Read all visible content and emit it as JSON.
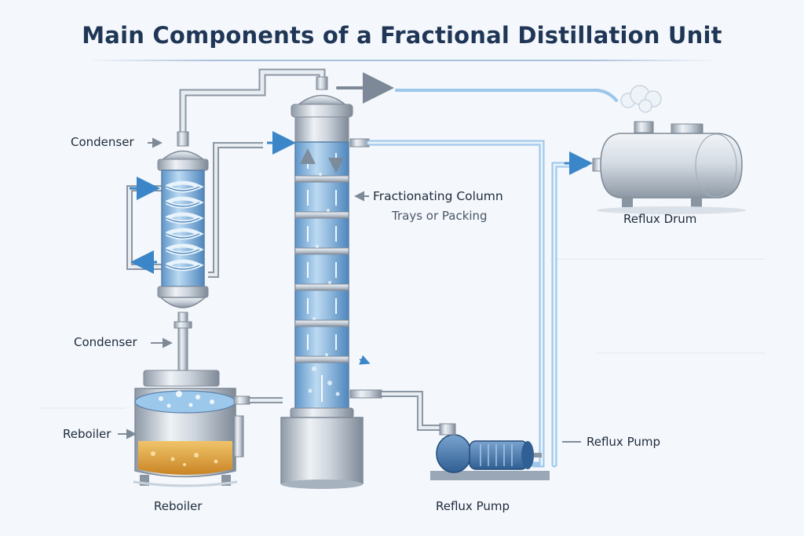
{
  "title": "Main Components of a Fractional Distillation Unit",
  "labels": {
    "condenser_top": "Condenser",
    "condenser_bottom": "Condenser",
    "reboiler_side": "Reboiler",
    "reboiler_bottom": "Reboiler",
    "fractionating_column": "Fractionating Column",
    "trays": "Trays or Packing",
    "reflux_drum": "Reflux Drum",
    "reflux_pump_side": "Reflux Pump",
    "reflux_pump_bottom": "Reflux Pump"
  },
  "colors": {
    "title": "#1f3656",
    "steel": "#c9d1db",
    "liquid": "#5f9fd6",
    "flow_arrow": "#3a86c8",
    "heated_liquid": "#d69a3a"
  }
}
